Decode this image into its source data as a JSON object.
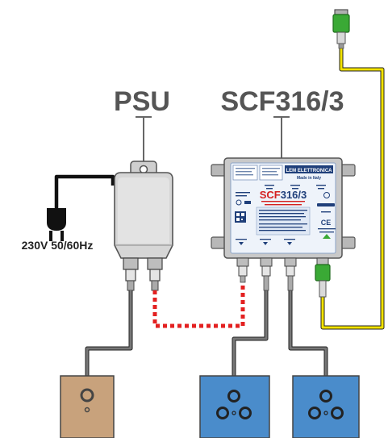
{
  "labels": {
    "psu": "PSU",
    "module": "SCF316/3",
    "mains": "230V 50/60Hz"
  },
  "module_panel": {
    "brand": "LEM ELETTRONICA",
    "made_in": "Made in Italy",
    "title_prefix": "SCF",
    "title_suffix": "316/3"
  },
  "colors": {
    "psu_label": "#555555",
    "mains_cable": "#111111",
    "coax_cable": "#555555",
    "optical_fiber": "#f2e200",
    "dc_link": "#e32020",
    "tv_outlet": "#4a8ccb",
    "psu_outlet": "#c8a27c",
    "fiber_connector": "#3aa935",
    "module_accent": "#d42020",
    "module_blue": "#1f3f7a"
  },
  "icons": {
    "mains_plug": "plug-icon",
    "psu": "power-supply-icon",
    "fiber_connector": "fiber-connector-icon",
    "tv_outlet": "tv-outlet-icon",
    "psu_outlet": "power-outlet-icon"
  }
}
